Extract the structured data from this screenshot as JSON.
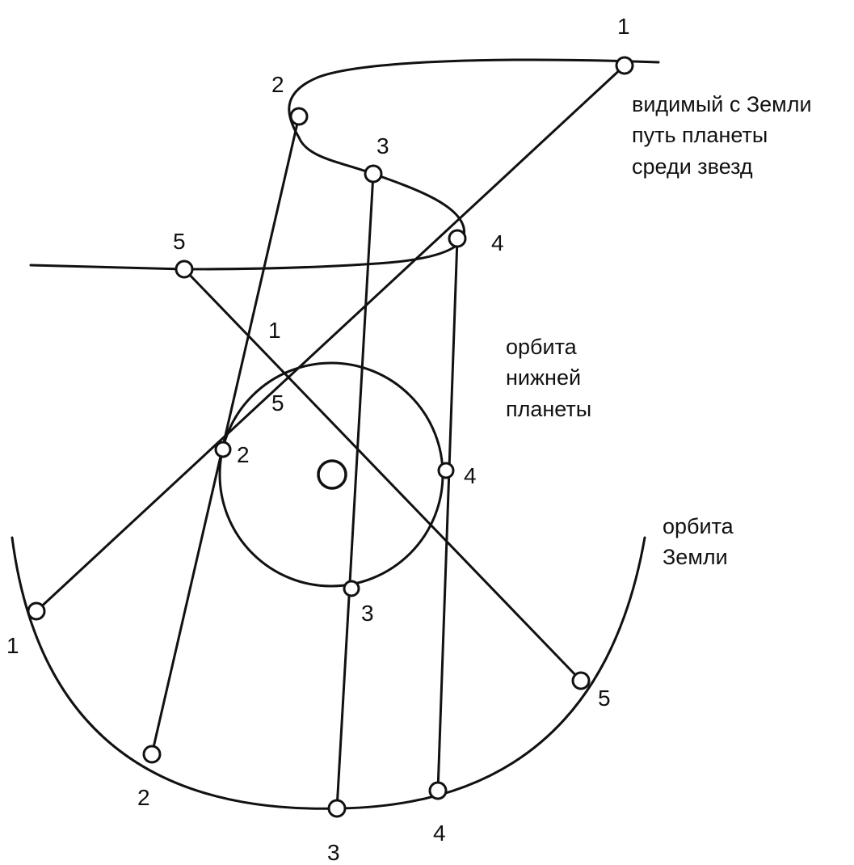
{
  "labels": {
    "sky_path": [
      "видимый с Земли",
      "путь планеты",
      "среди звезд"
    ],
    "inner_orbit": [
      "орбита",
      "нижней",
      "планеты"
    ],
    "earth_orbit": [
      "орбита",
      "Земли"
    ]
  },
  "points": {
    "earth": [
      "1",
      "2",
      "3",
      "4",
      "5"
    ],
    "planet": [
      "1",
      "2",
      "3",
      "4",
      "5"
    ],
    "sky": [
      "1",
      "2",
      "3",
      "4",
      "5"
    ]
  },
  "colors": {
    "ink": "#111111",
    "background": "#ffffff"
  }
}
